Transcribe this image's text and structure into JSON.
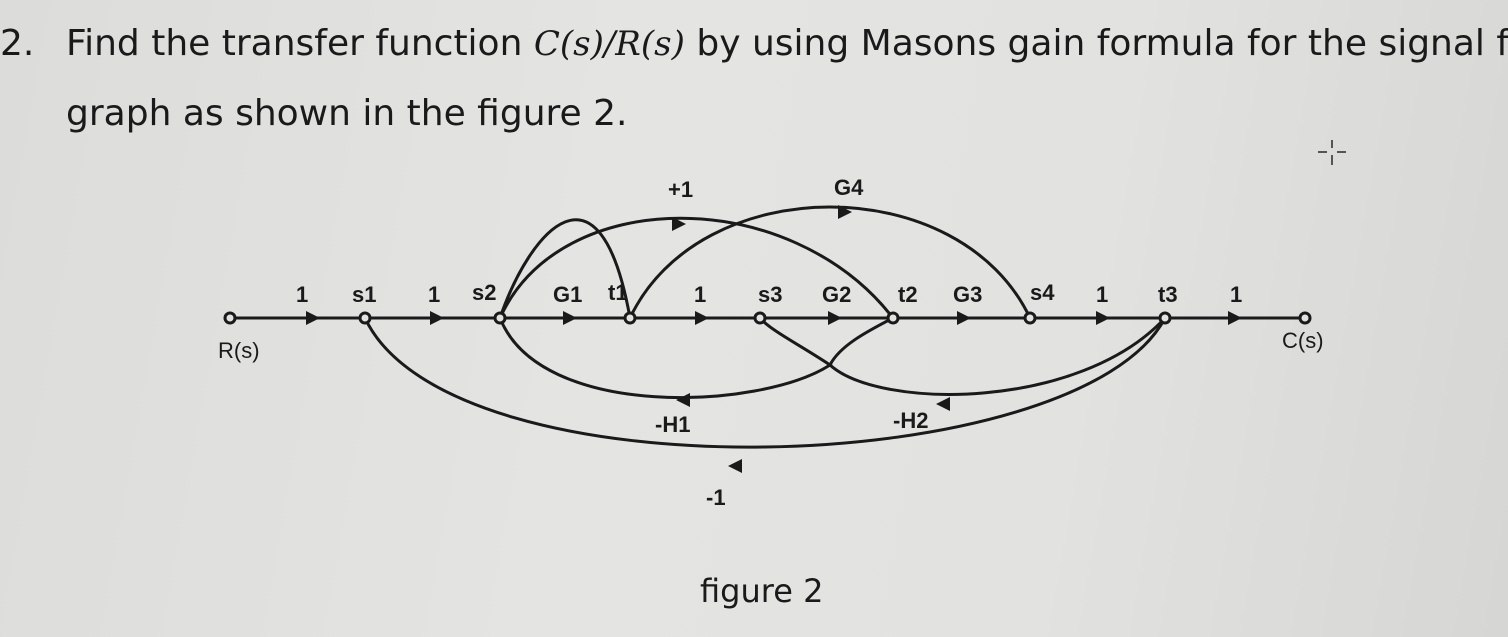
{
  "question": {
    "number": "2.",
    "text_before": "Find the transfer function",
    "math_expr": "C(s)/R(s)",
    "text_after": "by using Masons gain formula for the signal flow",
    "line2": "graph as shown in the figure 2."
  },
  "figure": {
    "caption": "figure 2",
    "input_label": "R(s)",
    "output_label": "C(s)",
    "nodes": [
      "s1",
      "s2",
      "t1",
      "s3",
      "t2",
      "s4",
      "t3"
    ],
    "node_labels": {
      "s1": "s1",
      "s2": "s2",
      "t1": "t1",
      "s3": "s3",
      "t2": "t2",
      "s4": "s4",
      "t3": "t3"
    },
    "forward_gains": [
      "1",
      "1",
      "G1",
      "1",
      "G2",
      "G3",
      "1",
      "1"
    ],
    "branch_labels": {
      "plus1": "+1",
      "G4": "G4",
      "H1": "-H1",
      "H2": "-H2",
      "minus1": "-1"
    }
  }
}
